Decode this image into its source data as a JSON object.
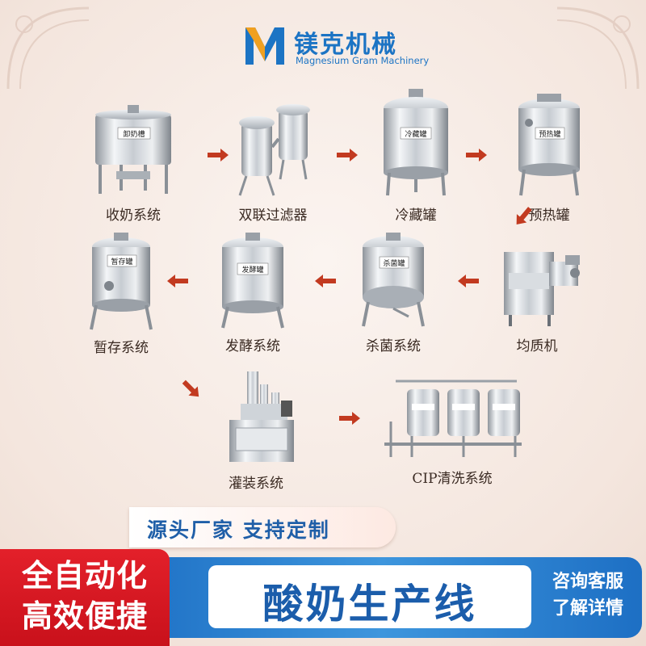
{
  "brand": {
    "name_cn": "镁克机械",
    "name_en": "Magnesium Gram Machinery",
    "colors": {
      "primary": "#1c74c4",
      "accent": "#e3202a",
      "arrow": "#c23a20"
    }
  },
  "equipment_labels": {
    "milk_tank": "卸奶槽",
    "cooling_tank": "冷藏罐",
    "preheat_tank": "预热罐",
    "storage_tank": "暂存罐",
    "ferment_tank": "发酵罐",
    "sterilize_tank": "杀菌罐"
  },
  "steps": [
    {
      "label": "收奶系统",
      "icon": "milk-receiving-tank"
    },
    {
      "label": "双联过滤器",
      "icon": "duplex-filter"
    },
    {
      "label": "冷藏罐",
      "icon": "cold-storage-tank"
    },
    {
      "label": "预热罐",
      "icon": "preheat-tank"
    },
    {
      "label": "均质机",
      "icon": "homogenizer"
    },
    {
      "label": "杀菌系统",
      "icon": "sterilization-tank"
    },
    {
      "label": "发酵系统",
      "icon": "fermentation-tank"
    },
    {
      "label": "暂存系统",
      "icon": "temporary-storage-tank"
    },
    {
      "label": "灌装系统",
      "icon": "filling-machine"
    },
    {
      "label": "CIP清洗系统",
      "icon": "cip-cleaning-system"
    }
  ],
  "slogan": "源头厂家   支持定制",
  "badge": {
    "line1": "全自动化",
    "line2": "高效便捷"
  },
  "title": "酸奶生产线",
  "cta": {
    "line1": "咨询客服",
    "line2": "了解详情"
  }
}
